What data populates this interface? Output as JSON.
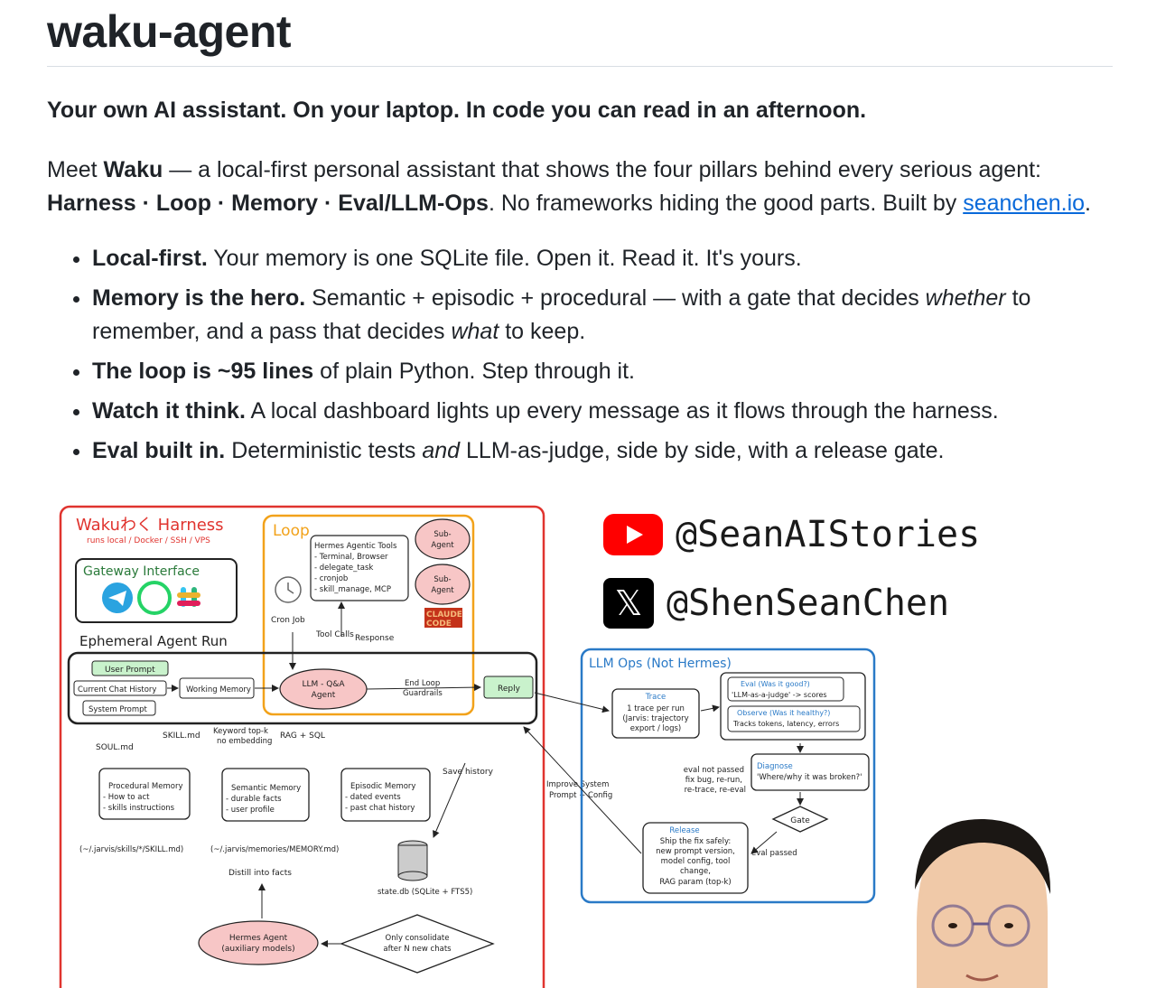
{
  "title": "waku-agent",
  "tagline": "Your own AI assistant. On your laptop. In code you can read in an afternoon.",
  "intro": {
    "meet": "Meet ",
    "waku": "Waku",
    "rest1": " — a local-first personal assistant that shows the four pillars behind every serious agent: ",
    "pillars": "Harness · Loop · Memory · Eval/LLM-Ops",
    "rest2": ". No frameworks hiding the good parts. Built by ",
    "link": "seanchen.io",
    "end": "."
  },
  "bullets": [
    {
      "bold": "Local-first.",
      "t1": " Your memory is one SQLite file. Open it. Read it. It's yours.",
      "em": "",
      "t2": "",
      "em2": "",
      "t3": ""
    },
    {
      "bold": "Memory is the hero.",
      "t1": " Semantic + episodic + procedural — with a gate that decides ",
      "em": "whether",
      "t2": " to remember, and a pass that decides ",
      "em2": "what",
      "t3": " to keep."
    },
    {
      "bold": "The loop is ~95 lines",
      "t1": " of plain Python. Step through it.",
      "em": "",
      "t2": "",
      "em2": "",
      "t3": ""
    },
    {
      "bold": "Watch it think.",
      "t1": " A local dashboard lights up every message as it flows through the harness.",
      "em": "",
      "t2": "",
      "em2": "",
      "t3": ""
    },
    {
      "bold": "Eval built in.",
      "t1": " Deterministic tests ",
      "em": "and",
      "t2": " LLM-as-judge, side by side, with a release gate.",
      "em2": "",
      "t3": ""
    }
  ],
  "social": {
    "youtube": "@SeanAIStories",
    "x": "@ShenSeanChen",
    "youtube_icon": "youtube-icon",
    "x_icon": "x-logo-icon"
  },
  "diagram": {
    "harness_title": "Wakuわく Harness",
    "harness_sub": "runs local / Docker / SSH / VPS",
    "gateway": "Gateway Interface",
    "loop_title": "Loop",
    "tools": [
      "Hermes Agentic Tools",
      "- Terminal, Browser",
      "- delegate_task",
      "- cronjob",
      "- skill_manage, MCP"
    ],
    "subagent": [
      "Sub-",
      "Agent"
    ],
    "claude": [
      "CLAUDE",
      "CODE"
    ],
    "cron": "Cron Job",
    "tool_calls": "Tool Calls",
    "response": "Response",
    "ephemeral": "Ephemeral Agent Run",
    "user_prompt": "User Prompt",
    "chat_history": "Current Chat History",
    "system_prompt": "System Prompt",
    "working_memory": "Working Memory",
    "llm_agent": [
      "LLM - Q&A",
      "Agent"
    ],
    "end_loop": [
      "End Loop",
      "Guardrails"
    ],
    "reply": "Reply",
    "soul": "SOUL.md",
    "skill": "SKILL.md",
    "keyword": [
      "Keyword top-k",
      "no embedding"
    ],
    "rag": "RAG + SQL",
    "save_history": "Save history",
    "procedural": [
      "Procedural Memory",
      "- How to act",
      "- skills instructions"
    ],
    "semantic": [
      "Semantic Memory",
      "- durable facts",
      "- user profile"
    ],
    "episodic": [
      "Episodic Memory",
      "- dated events",
      "- past chat history"
    ],
    "skills_path": "(~/.jarvis/skills/*/SKILL.md)",
    "memories_path": "(~/.jarvis/memories/MEMORY.md)",
    "distill": "Distill into facts",
    "statedb": "state.db (SQLite + FTS5)",
    "hermes_aux": [
      "Hermes Agent",
      "(auxiliary models)"
    ],
    "consolidate": [
      "Only consolidate",
      "after N new chats"
    ],
    "improve": [
      "Improve System",
      "Prompt + Config"
    ],
    "llmops_title": "LLM Ops (Not Hermes)",
    "trace": [
      "Trace",
      "1 trace per run",
      "(Jarvis: trajectory",
      "export / logs)"
    ],
    "eval": [
      "Eval (Was it good?)",
      "'LLM-as-a-judge' -> scores"
    ],
    "observe": [
      "Observe (Was it healthy?)",
      "Tracks tokens, latency, errors"
    ],
    "diagnose": [
      "Diagnose",
      "'Where/why it was broken?'"
    ],
    "eval_not_passed": [
      "eval not passed",
      "fix bug, re-run,",
      "re-trace, re-eval"
    ],
    "gate": "Gate",
    "eval_passed": "eval passed",
    "release": [
      "Release",
      "Ship the fix safely:",
      "new prompt version,",
      "model config, tool",
      "change,",
      "RAG param (top-k)"
    ]
  }
}
